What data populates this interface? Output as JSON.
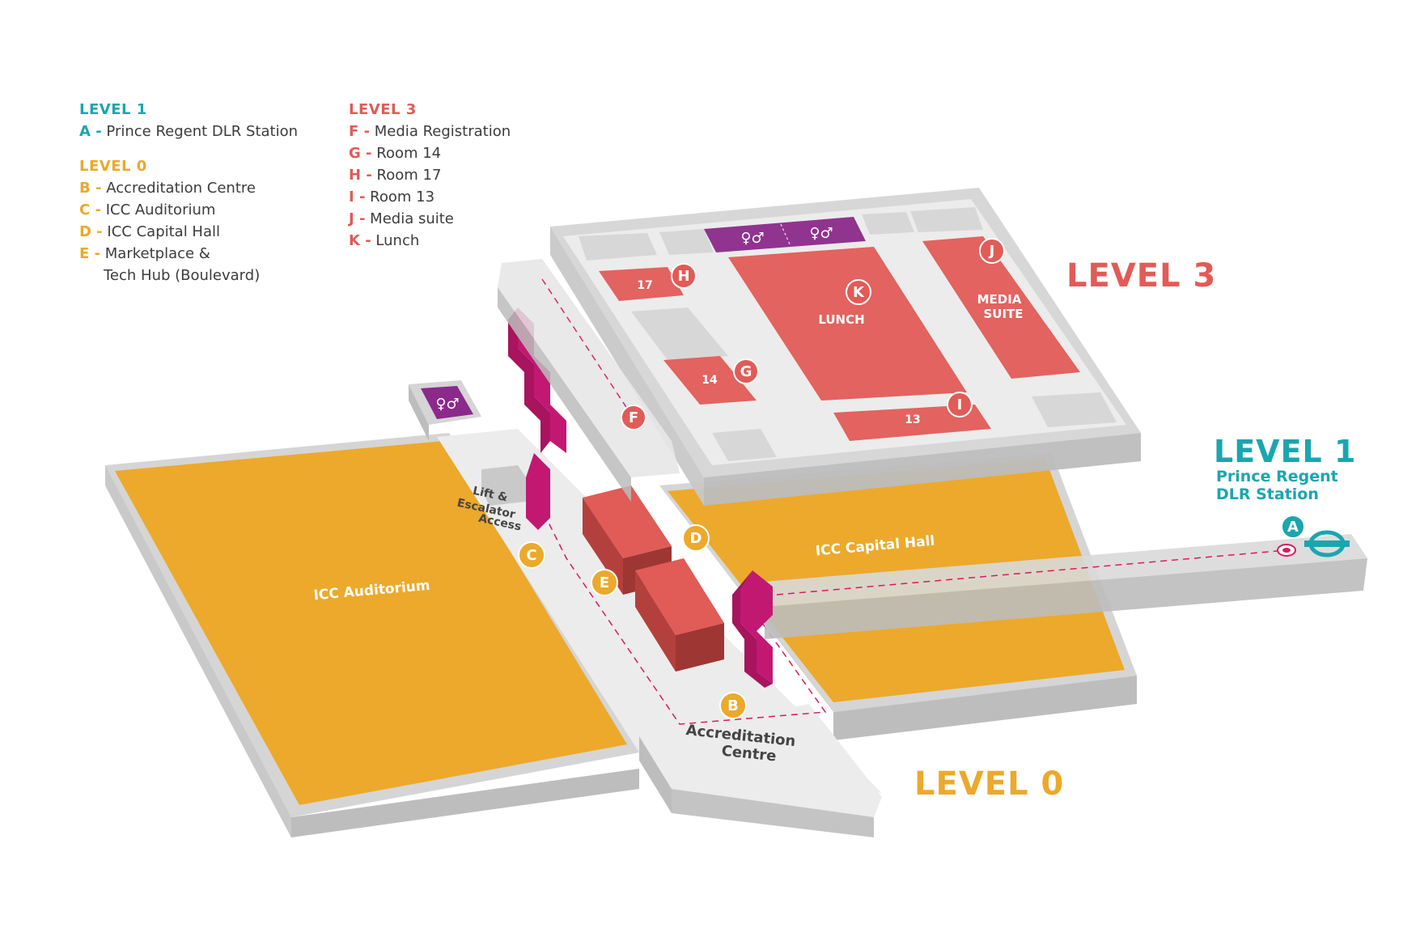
{
  "legend": {
    "level1": {
      "heading": "LEVEL 1",
      "items": [
        {
          "key": "A -",
          "label": "Prince Regent DLR Station"
        }
      ]
    },
    "level0": {
      "heading": "LEVEL 0",
      "items": [
        {
          "key": "B -",
          "label": "Accreditation Centre"
        },
        {
          "key": "C -",
          "label": "ICC Auditorium"
        },
        {
          "key": "D -",
          "label": "ICC Capital Hall"
        },
        {
          "key": "E -",
          "label": "Marketplace &",
          "label2": "Tech Hub (Boulevard)"
        }
      ]
    },
    "level3": {
      "heading": "LEVEL 3",
      "items": [
        {
          "key": "F -",
          "label": "Media Registration"
        },
        {
          "key": "G -",
          "label": "Room 14"
        },
        {
          "key": "H  -",
          "label": "Room 17"
        },
        {
          "key": "I -",
          "label": "Room 13"
        },
        {
          "key": "J -",
          "label": "Media suite"
        },
        {
          "key": "K -",
          "label": "Lunch"
        }
      ]
    }
  },
  "titles": {
    "level3": "LEVEL 3",
    "level0": "LEVEL 0",
    "level1": "LEVEL 1",
    "level1_sub1": "Prince Regent",
    "level1_sub2": "DLR Station"
  },
  "map": {
    "markers": {
      "a": "A",
      "b": "B",
      "c": "C",
      "d": "D",
      "e": "E",
      "f": "F",
      "g": "G",
      "h": "H",
      "i": "I",
      "j": "J",
      "k": "K"
    },
    "rooms": {
      "room17": "17",
      "room14": "14",
      "room13": "13",
      "lunch": "LUNCH",
      "media1": "MEDIA",
      "media2": "SUITE"
    },
    "halls": {
      "auditorium": "ICC Auditorium",
      "capital_hall": "ICC Capital Hall"
    },
    "labels": {
      "lift1": "Lift &",
      "lift2": "Escalator",
      "lift3": "Access",
      "accred1": "Accreditation",
      "accred2": "Centre"
    }
  },
  "colors": {
    "teal": "#1aa6b0",
    "amber": "#eca92b",
    "coral": "#e15b57",
    "magenta": "#a8145e",
    "purple": "#8b2a8a",
    "grey": "#d6d6d6"
  }
}
